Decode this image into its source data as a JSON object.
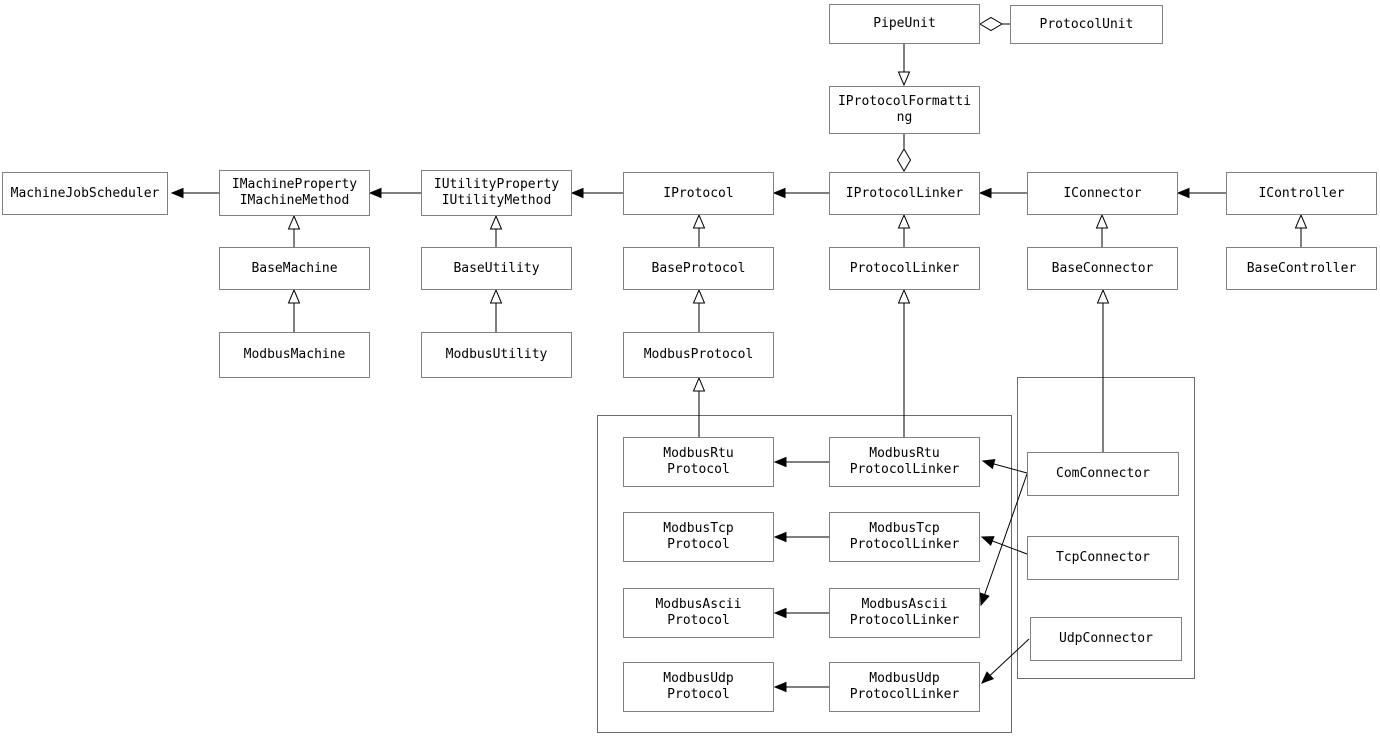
{
  "diagram": {
    "type": "uml-class-diagram",
    "colors": {
      "background": "#ffffff",
      "box_border": "#808080",
      "group_border": "#6b6b6b",
      "edge": "#000000",
      "text": "#000000"
    },
    "nodes": {
      "pipe_unit": {
        "label": "PipeUnit"
      },
      "protocol_unit": {
        "label": "ProtocolUnit"
      },
      "iprotocol_formatting": {
        "label": "IProtocolFormatting"
      },
      "machine_job_scheduler": {
        "label": "MachineJobScheduler"
      },
      "imachine": {
        "label": "IMachineProperty\nIMachineMethod"
      },
      "iutility": {
        "label": "IUtilityProperty\nIUtilityMethod"
      },
      "iprotocol": {
        "label": "IProtocol"
      },
      "iprotocol_linker": {
        "label": "IProtocolLinker"
      },
      "iconnector": {
        "label": "IConnector"
      },
      "icontroller": {
        "label": "IController"
      },
      "base_machine": {
        "label": "BaseMachine"
      },
      "base_utility": {
        "label": "BaseUtility"
      },
      "base_protocol": {
        "label": "BaseProtocol"
      },
      "protocol_linker": {
        "label": "ProtocolLinker"
      },
      "base_connector": {
        "label": "BaseConnector"
      },
      "base_controller": {
        "label": "BaseController"
      },
      "modbus_machine": {
        "label": "ModbusMachine"
      },
      "modbus_utility": {
        "label": "ModbusUtility"
      },
      "modbus_protocol": {
        "label": "ModbusProtocol"
      },
      "modbus_rtu_protocol": {
        "label": "ModbusRtu\nProtocol"
      },
      "modbus_tcp_protocol": {
        "label": "ModbusTcp\nProtocol"
      },
      "modbus_ascii_protocol": {
        "label": "ModbusAscii\nProtocol"
      },
      "modbus_udp_protocol": {
        "label": "ModbusUdp\nProtocol"
      },
      "modbus_rtu_protocol_linker": {
        "label": "ModbusRtu\nProtocolLinker"
      },
      "modbus_tcp_protocol_linker": {
        "label": "ModbusTcp\nProtocolLinker"
      },
      "modbus_ascii_protocol_linker": {
        "label": "ModbusAscii\nProtocolLinker"
      },
      "modbus_udp_protocol_linker": {
        "label": "ModbusUdp\nProtocolLinker"
      },
      "com_connector": {
        "label": "ComConnector"
      },
      "tcp_connector": {
        "label": "TcpConnector"
      },
      "udp_connector": {
        "label": "UdpConnector"
      }
    },
    "groups": [
      {
        "name": "modbus-protocol-group"
      },
      {
        "name": "connector-group"
      }
    ],
    "edges": [
      {
        "from": "imachine",
        "to": "machine_job_scheduler",
        "relation": "association",
        "marker": "arrow",
        "points": [
          [
            219,
            193
          ],
          [
            172,
            193
          ]
        ]
      },
      {
        "from": "iutility",
        "to": "imachine",
        "relation": "association",
        "marker": "arrow",
        "points": [
          [
            421,
            193
          ],
          [
            370,
            193
          ]
        ]
      },
      {
        "from": "iprotocol",
        "to": "iutility",
        "relation": "association",
        "marker": "arrow",
        "points": [
          [
            623,
            193
          ],
          [
            572,
            193
          ]
        ]
      },
      {
        "from": "iprotocol_linker",
        "to": "iprotocol",
        "relation": "association",
        "marker": "arrow",
        "points": [
          [
            829,
            193
          ],
          [
            774,
            193
          ]
        ]
      },
      {
        "from": "iconnector",
        "to": "iprotocol_linker",
        "relation": "association",
        "marker": "arrow",
        "points": [
          [
            1027,
            193
          ],
          [
            980,
            193
          ]
        ]
      },
      {
        "from": "icontroller",
        "to": "iconnector",
        "relation": "association",
        "marker": "arrow",
        "points": [
          [
            1226,
            193
          ],
          [
            1178,
            193
          ]
        ]
      },
      {
        "from": "protocol_unit",
        "to": "pipe_unit",
        "relation": "aggregation",
        "marker": "diamond",
        "points": [
          [
            1010,
            24
          ],
          [
            980,
            24
          ]
        ]
      },
      {
        "from": "pipe_unit",
        "to": "iprotocol_formatting",
        "relation": "realization",
        "marker": "triangle",
        "points": [
          [
            904,
            44
          ],
          [
            904,
            85
          ]
        ]
      },
      {
        "from": "iprotocol_formatting",
        "to": "iprotocol_linker",
        "relation": "aggregation",
        "marker": "diamond",
        "points": [
          [
            904,
            134
          ],
          [
            904,
            171
          ]
        ]
      },
      {
        "from": "base_machine",
        "to": "imachine",
        "relation": "inheritance",
        "marker": "triangle",
        "points": [
          [
            294,
            247
          ],
          [
            294,
            216
          ]
        ]
      },
      {
        "from": "base_utility",
        "to": "iutility",
        "relation": "inheritance",
        "marker": "triangle",
        "points": [
          [
            496,
            247
          ],
          [
            496,
            216
          ]
        ]
      },
      {
        "from": "base_protocol",
        "to": "iprotocol",
        "relation": "inheritance",
        "marker": "triangle",
        "points": [
          [
            699,
            247
          ],
          [
            699,
            215
          ]
        ]
      },
      {
        "from": "protocol_linker",
        "to": "iprotocol_linker",
        "relation": "inheritance",
        "marker": "triangle",
        "points": [
          [
            904,
            247
          ],
          [
            904,
            215
          ]
        ]
      },
      {
        "from": "base_connector",
        "to": "iconnector",
        "relation": "inheritance",
        "marker": "triangle",
        "points": [
          [
            1102,
            247
          ],
          [
            1102,
            215
          ]
        ]
      },
      {
        "from": "base_controller",
        "to": "icontroller",
        "relation": "inheritance",
        "marker": "triangle",
        "points": [
          [
            1301,
            247
          ],
          [
            1301,
            215
          ]
        ]
      },
      {
        "from": "modbus_machine",
        "to": "base_machine",
        "relation": "inheritance",
        "marker": "triangle",
        "points": [
          [
            294,
            332
          ],
          [
            294,
            290
          ]
        ]
      },
      {
        "from": "modbus_utility",
        "to": "base_utility",
        "relation": "inheritance",
        "marker": "triangle",
        "points": [
          [
            496,
            332
          ],
          [
            496,
            290
          ]
        ]
      },
      {
        "from": "modbus_protocol",
        "to": "base_protocol",
        "relation": "inheritance",
        "marker": "triangle",
        "points": [
          [
            699,
            332
          ],
          [
            699,
            290
          ]
        ]
      },
      {
        "from": "modbus_rtu_protocol",
        "to": "modbus_protocol",
        "relation": "inheritance",
        "marker": "triangle",
        "points": [
          [
            699,
            437
          ],
          [
            699,
            378
          ]
        ]
      },
      {
        "from": "modbus_rtu_protocol_linker",
        "to": "protocol_linker",
        "relation": "inheritance",
        "marker": "triangle",
        "points": [
          [
            904,
            437
          ],
          [
            904,
            290
          ]
        ]
      },
      {
        "from": "com_connector",
        "to": "base_connector",
        "relation": "inheritance",
        "marker": "triangle",
        "points": [
          [
            1103,
            452
          ],
          [
            1103,
            290
          ]
        ]
      },
      {
        "from": "modbus_rtu_protocol_linker",
        "to": "modbus_rtu_protocol",
        "relation": "association",
        "marker": "arrow",
        "points": [
          [
            829,
            462
          ],
          [
            775,
            462
          ]
        ]
      },
      {
        "from": "modbus_tcp_protocol_linker",
        "to": "modbus_tcp_protocol",
        "relation": "association",
        "marker": "arrow",
        "points": [
          [
            829,
            537
          ],
          [
            775,
            537
          ]
        ]
      },
      {
        "from": "modbus_ascii_protocol_linker",
        "to": "modbus_ascii_protocol",
        "relation": "association",
        "marker": "arrow",
        "points": [
          [
            829,
            613
          ],
          [
            775,
            613
          ]
        ]
      },
      {
        "from": "modbus_udp_protocol_linker",
        "to": "modbus_udp_protocol",
        "relation": "association",
        "marker": "arrow",
        "points": [
          [
            829,
            687
          ],
          [
            775,
            687
          ]
        ]
      },
      {
        "from": "com_connector",
        "to": "modbus_rtu_protocol_linker",
        "relation": "association",
        "marker": "arrow",
        "points": [
          [
            1027,
            473
          ],
          [
            983,
            461
          ]
        ]
      },
      {
        "from": "com_connector",
        "to": "modbus_ascii_protocol_linker",
        "relation": "association",
        "marker": "arrow",
        "points": [
          [
            1027,
            474
          ],
          [
            981,
            605
          ]
        ]
      },
      {
        "from": "tcp_connector",
        "to": "modbus_tcp_protocol_linker",
        "relation": "association",
        "marker": "arrow",
        "points": [
          [
            1027,
            554
          ],
          [
            982,
            537
          ]
        ]
      },
      {
        "from": "udp_connector",
        "to": "modbus_udp_protocol_linker",
        "relation": "association",
        "marker": "arrow",
        "points": [
          [
            1029,
            639
          ],
          [
            982,
            683
          ]
        ]
      }
    ]
  }
}
